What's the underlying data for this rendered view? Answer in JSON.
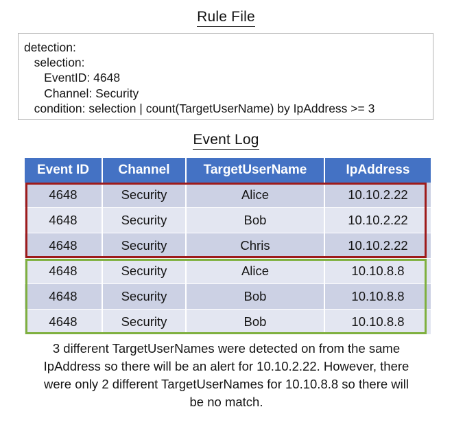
{
  "rule_section": {
    "title": "Rule File",
    "lines": [
      "detection:",
      "   selection:",
      "      EventID: 4648",
      "      Channel: Security",
      "   condition: selection | count(TargetUserName) by IpAddress >= 3"
    ]
  },
  "log_section": {
    "title": "Event Log",
    "columns": [
      "Event ID",
      "Channel",
      "TargetUserName",
      "IpAddress"
    ],
    "rows": [
      {
        "event_id": "4648",
        "channel": "Security",
        "user": "Alice",
        "ip": "10.10.2.22"
      },
      {
        "event_id": "4648",
        "channel": "Security",
        "user": "Bob",
        "ip": "10.10.2.22"
      },
      {
        "event_id": "4648",
        "channel": "Security",
        "user": "Chris",
        "ip": "10.10.2.22"
      },
      {
        "event_id": "4648",
        "channel": "Security",
        "user": "Alice",
        "ip": "10.10.8.8"
      },
      {
        "event_id": "4648",
        "channel": "Security",
        "user": "Bob",
        "ip": "10.10.8.8"
      },
      {
        "event_id": "4648",
        "channel": "Security",
        "user": "Bob",
        "ip": "10.10.8.8"
      }
    ],
    "highlights": {
      "match_color": "#9e1b1b",
      "no_match_color": "#7fb03f",
      "header_color": "#4472c4",
      "row_band_dark": "#ccd1e4",
      "row_band_light": "#e3e6f1"
    }
  },
  "caption": "3 different TargetUserNames were detected on from the same IpAddress so there will be an alert for 10.10.2.22. However, there were only 2 different TargetUserNames for 10.10.8.8 so there will be no match."
}
